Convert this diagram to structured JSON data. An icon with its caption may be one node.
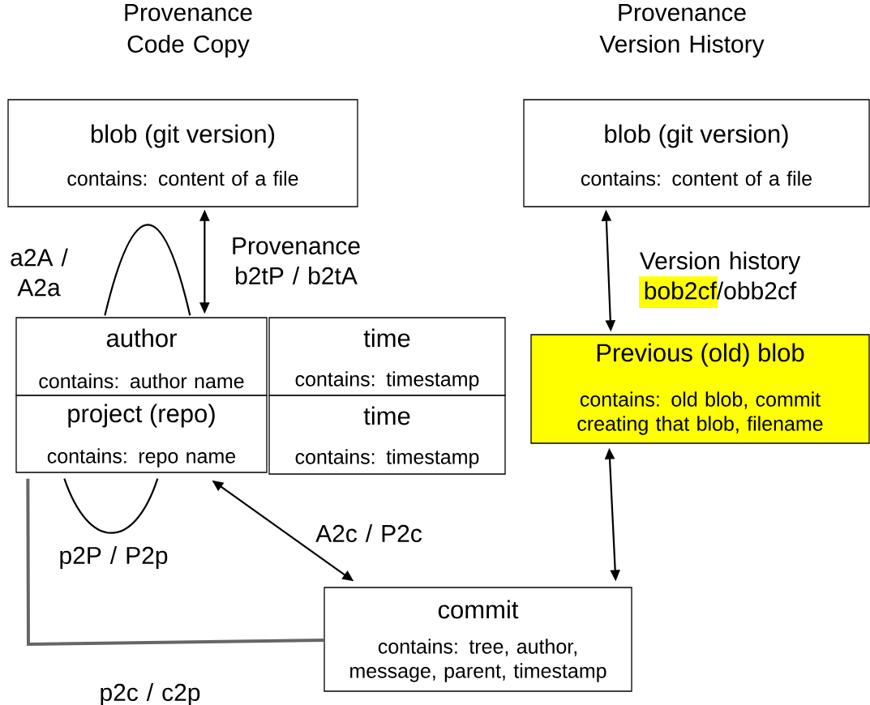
{
  "diagram": {
    "nodes": [
      {
        "text": [
          "blob (git version)",
          "contains: content of a file"
        ]
      },
      {
        "text": [
          "author",
          "contains: author name"
        ]
      },
      {
        "text": [
          "time",
          "contains: timestamp"
        ]
      },
      {
        "text": [
          "project (repo)",
          "contains: repo name"
        ]
      },
      {
        "text": [
          "time",
          "contains: timestamp"
        ]
      },
      {
        "text": [
          "commit",
          "contains: tree, author, message, parent, timestamp"
        ]
      },
      {
        "text": [
          "blob (git version)",
          "contains: content of a file"
        ]
      },
      {
        "text": [
          "Previous (old) blob",
          "contains: old blob, commit creating that blob, filename"
        ]
      }
    ],
    "edges": [
      {
        "from": 0,
        "to": 1,
        "arrow": "both",
        "label": "Provenance b2tP / b2tA"
      },
      {
        "from": 1,
        "to": 1,
        "arrow": "none",
        "label": "a2A / A2a"
      },
      {
        "from": 3,
        "to": 3,
        "arrow": "none",
        "label": "p2P / P2p"
      },
      {
        "from": 3,
        "to": 5,
        "arrow": "both",
        "label": "A2c / P2c"
      },
      {
        "from": 3,
        "to": 5,
        "arrow": "none",
        "label": "p2c / c2p",
        "style": "thick",
        "color": "#666666"
      },
      {
        "from": 6,
        "to": 7,
        "arrow": "both",
        "label": "Version history bob2cf/obb2cf"
      },
      {
        "from": 7,
        "to": 5,
        "arrow": "both"
      }
    ],
    "labels": [
      "Provenance Code Copy",
      "Provenance Version History"
    ]
  }
}
